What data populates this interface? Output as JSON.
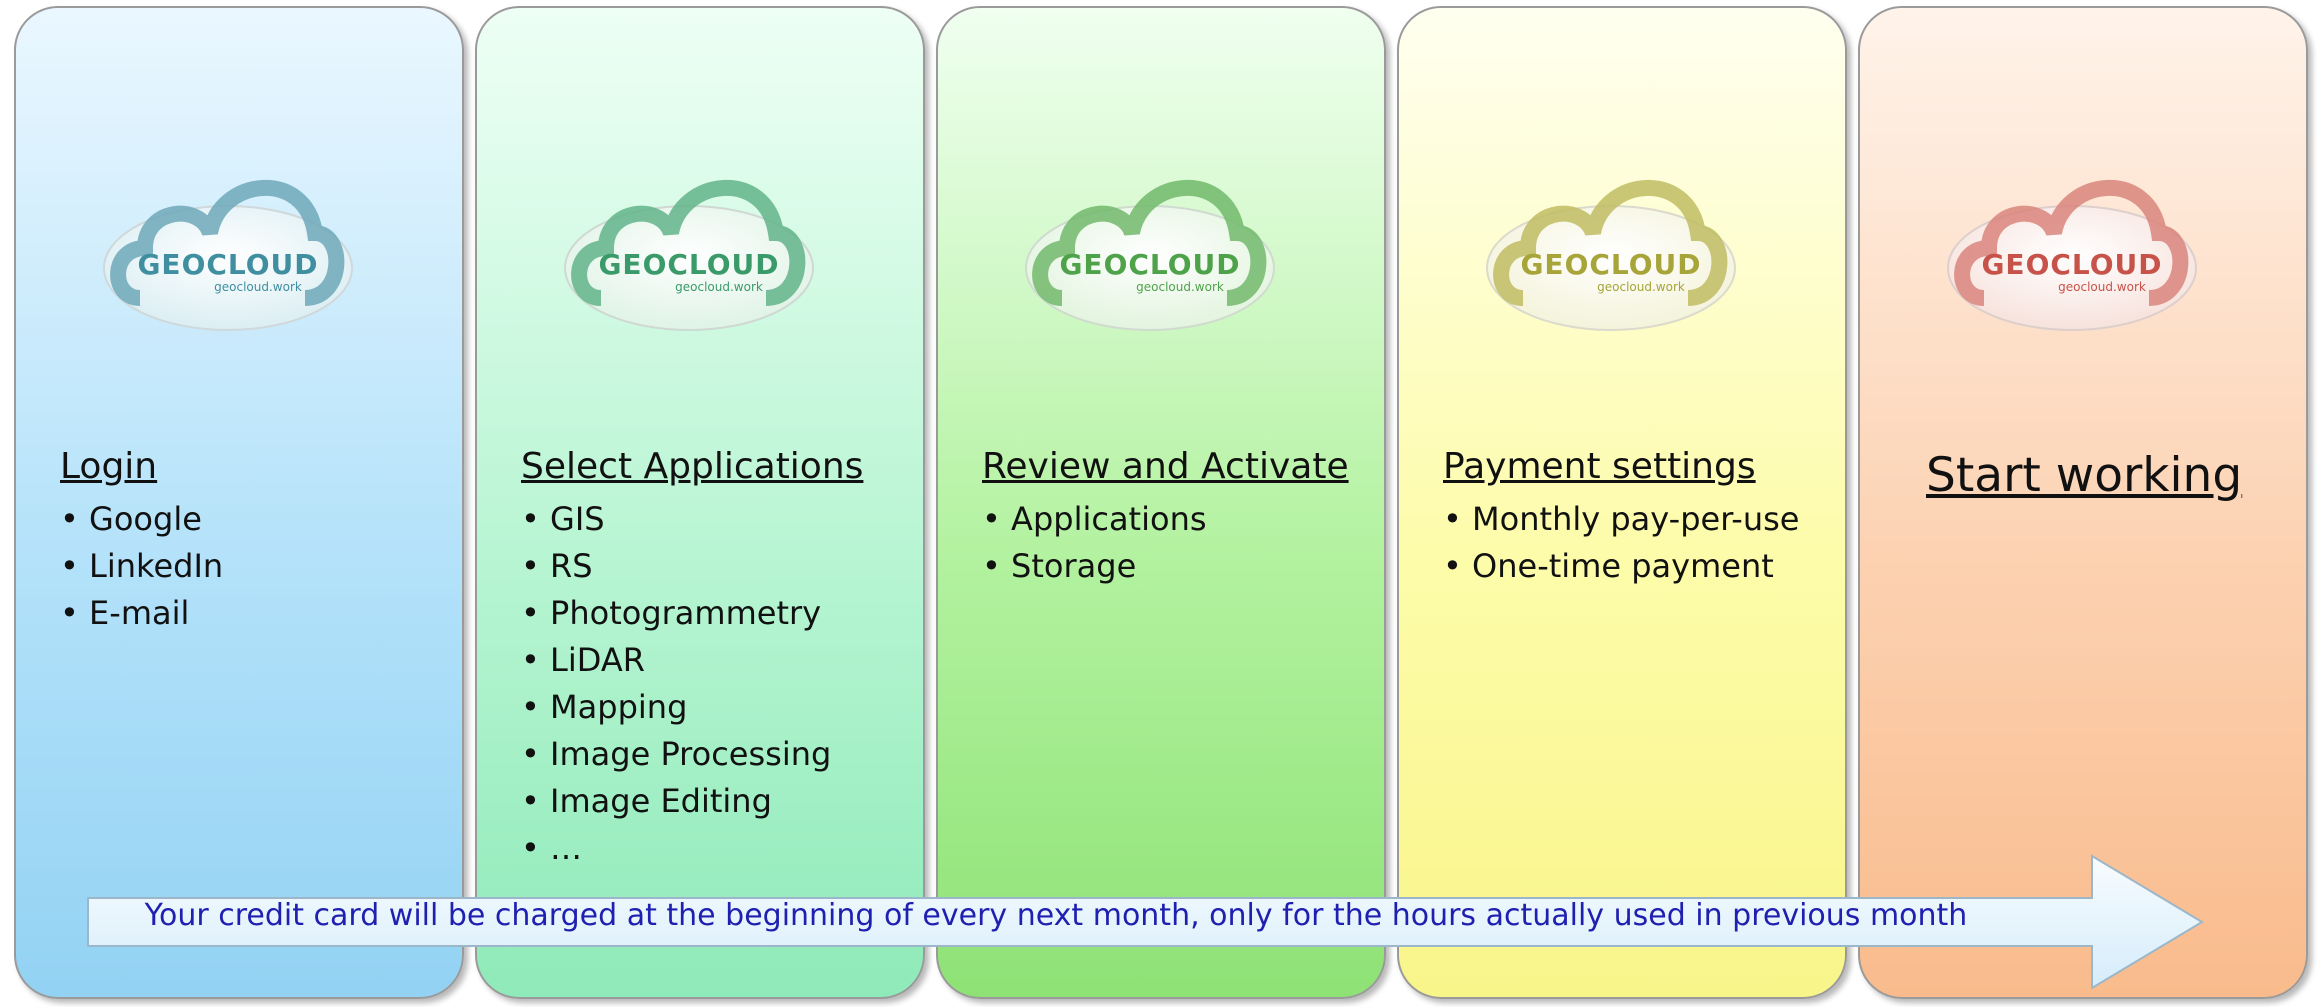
{
  "steps": [
    {
      "logo_text": "GEOCLOUD",
      "logo_sub": "geocloud.work",
      "logo_color": "#3f8fa0",
      "heading": "Login",
      "items": [
        "Google",
        "LinkedIn",
        "E-mail"
      ]
    },
    {
      "logo_text": "GEOCLOUD",
      "logo_sub": "geocloud.work",
      "logo_color": "#3a9a6a",
      "heading": "Select Applications",
      "items": [
        "GIS",
        "RS",
        "Photogrammetry",
        "LiDAR",
        "Mapping",
        "Image Processing",
        "Image Editing",
        "…"
      ]
    },
    {
      "logo_text": "GEOCLOUD",
      "logo_sub": "geocloud.work",
      "logo_color": "#4ea24a",
      "heading": "Review and Activate",
      "items": [
        "Applications",
        "Storage"
      ]
    },
    {
      "logo_text": "GEOCLOUD",
      "logo_sub": "geocloud.work",
      "logo_color": "#a7a43a",
      "heading": "Payment settings",
      "items": [
        "Monthly pay-per-use",
        "One-time payment"
      ]
    },
    {
      "logo_text": "GEOCLOUD",
      "logo_sub": "geocloud.work",
      "logo_color": "#c7524a",
      "heading": "Start working",
      "items": []
    }
  ],
  "arrow_note": "Your credit card will be charged at the beginning of every next month, only for the hours actually used in previous month"
}
